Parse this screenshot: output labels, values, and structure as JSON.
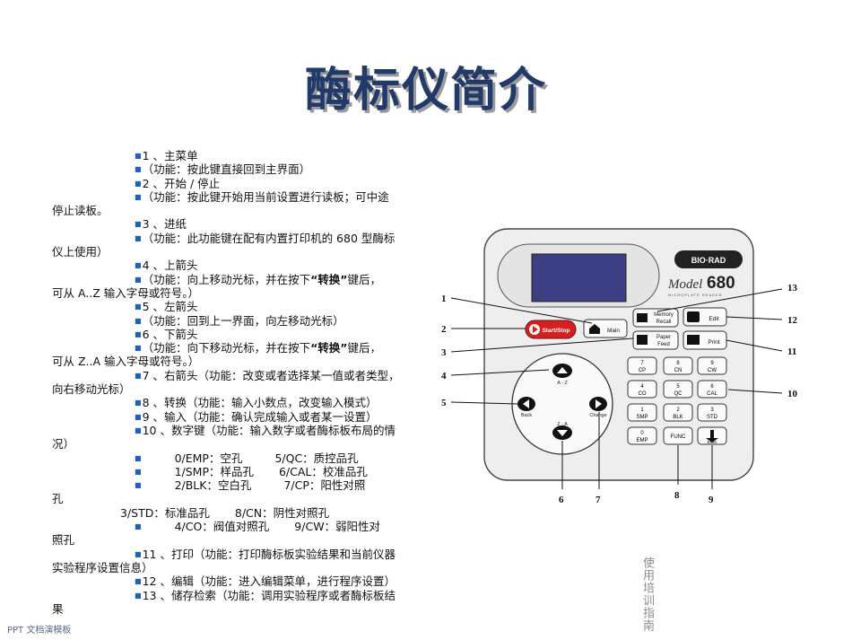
{
  "title": "酶标仪简介",
  "lines": [
    "1 、主菜单",
    "（功能：按此键直接回到主界面）",
    "2 、开始 / 停止",
    "（功能：按此键开始用当前设置进行读板；可中途",
    "停止读板。",
    "3 、进纸",
    "（功能：此功能键在配有内置打印机的 680 型酶标",
    "仪上使用）",
    "4 、上箭头",
    "（功能：向上移动光标，并在按下",
    "“转换”",
    "键后，",
    "可从 A..Z 输入字母或符号。）",
    "5 、左箭头",
    "（功能：回到上一界面，向左移动光标）",
    "6 、下箭头",
    "（功能：向下移动光标，并在按下",
    "“转换”",
    "键后，",
    "可从 Z..A 输入字母或符号。）",
    "7 、右箭头（功能：改变或者选择某一值或者类型，",
    "向右移动光标）",
    "8 、转换（功能：输入小数点，改变输入模式）",
    "9 、输入（功能：确认完成输入或者某一设置）",
    "10 、数字键（功能：输入数字或者酶标板布局的情",
    "况）",
    "0/EMP：空孔",
    "5/QC：质控品孔",
    "1/SMP：样品孔",
    "6/CAL：校准品孔",
    "2/BLK：空白孔",
    "7/CP：阳性对照",
    "孔",
    "3/STD：标准品孔",
    "8/CN：阴性对照孔",
    "4/CO：阀值对照孔",
    "9/CW：弱阳性对",
    "照孔",
    "11 、打印（功能：打印酶标板实验结果和当前仪器",
    "实验程序设置信息）",
    "12 、编辑（功能：进入编辑菜单，进行程序设置）",
    "13 、储存检索（功能：调用实验程序或者酶标板结",
    "果"
  ],
  "device": {
    "brand": "BIO·RAD",
    "model_word": "Model",
    "model_number": "680",
    "model_sub": "MICROPLATE READER",
    "buttons": {
      "start_stop": "Start/Stop",
      "main": "Main",
      "memory": "Memory",
      "recall": "Recall",
      "edit": "Edit",
      "paper": "Paper",
      "feed": "Feed",
      "print": "Print",
      "back": "Back",
      "change": "Change",
      "up": "A - Z",
      "down": "Z - A",
      "func": "FUNC",
      "enter": "Enter"
    },
    "keys": [
      {
        "num": "7",
        "lbl": "CP"
      },
      {
        "num": "8",
        "lbl": "CN"
      },
      {
        "num": "9",
        "lbl": "CW"
      },
      {
        "num": "4",
        "lbl": "CO"
      },
      {
        "num": "5",
        "lbl": "QC"
      },
      {
        "num": "6",
        "lbl": "CAL"
      },
      {
        "num": "1",
        "lbl": "SMP"
      },
      {
        "num": "2",
        "lbl": "BLK"
      },
      {
        "num": "3",
        "lbl": "STD"
      },
      {
        "num": "0",
        "lbl": "EMP"
      }
    ],
    "callouts": [
      "1",
      "2",
      "3",
      "4",
      "5",
      "6",
      "7",
      "8",
      "9",
      "10",
      "11",
      "12",
      "13"
    ]
  },
  "footer": "PPT 文档演模板",
  "side_text": "使用培训指南",
  "colors": {
    "title": "#223a6a",
    "display": "#3d3f85",
    "start": "#d62020",
    "bullet": "#1f5fbf"
  }
}
